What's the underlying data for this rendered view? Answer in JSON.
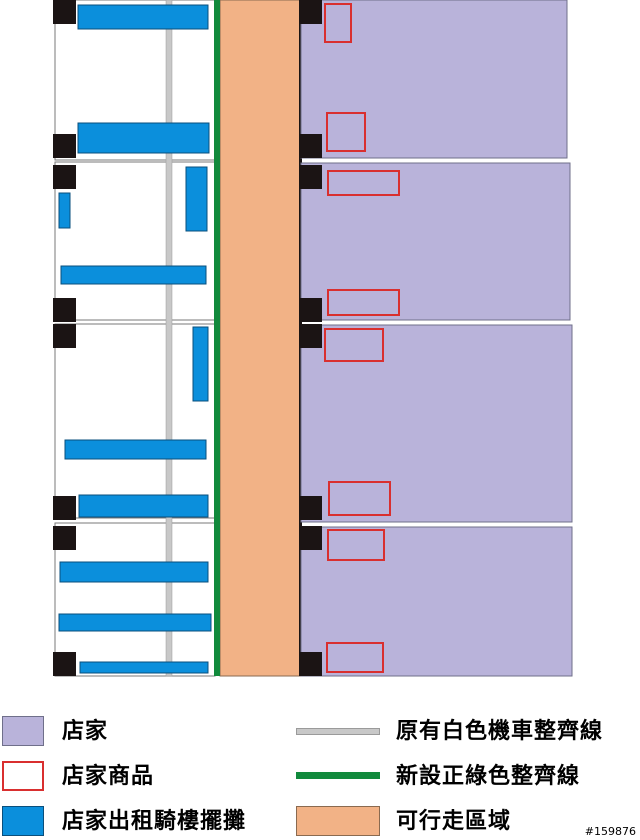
{
  "colors": {
    "store": "#b9b3da",
    "goods_border": "#d92f2f",
    "stall": "#0b8fdc",
    "white_line": "#c8c8c8",
    "green_line": "#118a3c",
    "walkway": "#f2b286",
    "pillar": "#1b1414",
    "outline": "#7a7a7a"
  },
  "legend": {
    "store": "店家",
    "goods": "店家商品",
    "stall": "店家出租騎樓擺攤",
    "white_line": "原有白色機車整齊線",
    "green_line": "新設正綠色整齊線",
    "walkway": "可行走區域"
  },
  "watermark": "#159876"
}
